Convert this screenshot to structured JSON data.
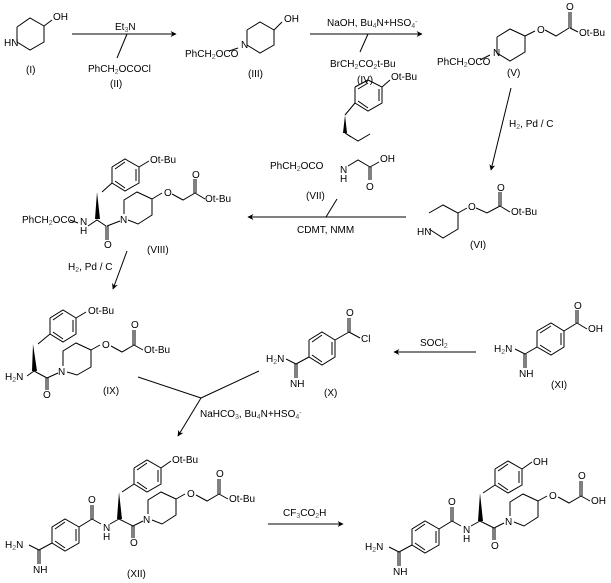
{
  "scheme": {
    "compounds": {
      "I": {
        "label": "(I)",
        "atoms": {
          "oh": "OH",
          "hn": "HN"
        }
      },
      "II": {
        "label": "(II)",
        "formula_a": "PhCH",
        "formula_sub": "2",
        "formula_b": "OCOCl"
      },
      "III": {
        "label": "(III)",
        "atoms": {
          "oh": "OH",
          "n": "N",
          "cbz_a": "PhCH",
          "cbz_sub": "2",
          "cbz_b": "OCO"
        }
      },
      "IV": {
        "label": "(IV)",
        "formula_a": "BrCH",
        "formula_sub": "2",
        "formula_b": "CO",
        "formula_sub2": "2",
        "formula_c": "t-Bu"
      },
      "V": {
        "label": "(V)",
        "atoms": {
          "n": "N",
          "o": "O",
          "co": "O",
          "otbu": "Ot-Bu",
          "cbz_a": "PhCH",
          "cbz_sub": "2",
          "cbz_b": "OCO"
        }
      },
      "VI": {
        "label": "(VI)",
        "atoms": {
          "hn": "HN",
          "o": "O",
          "co": "O",
          "otbu": "Ot-Bu"
        }
      },
      "VII": {
        "label": "(VII)",
        "atoms": {
          "otbu": "Ot-Bu",
          "nh_n": "N",
          "nh_h": "H",
          "oh": "OH",
          "co": "O",
          "cbz_a": "PhCH",
          "cbz_sub": "2",
          "cbz_b": "OCO"
        }
      },
      "VIII": {
        "label": "(VIII)",
        "atoms": {
          "otbu": "Ot-Bu",
          "o": "O",
          "co": "O",
          "otbu2": "Ot-Bu",
          "n": "N",
          "nh_n": "N",
          "nh_h": "H",
          "amide_o": "O",
          "cbz_a": "PhCH",
          "cbz_sub": "2",
          "cbz_b": "OCO"
        }
      },
      "IX": {
        "label": "(IX)",
        "atoms": {
          "otbu": "Ot-Bu",
          "o": "O",
          "co": "O",
          "otbu2": "Ot-Bu",
          "n": "N",
          "h2n_a": "H",
          "h2n_sub": "2",
          "h2n_b": "N",
          "amide_o": "O"
        }
      },
      "X": {
        "label": "(X)",
        "atoms": {
          "co": "O",
          "cl": "Cl",
          "h2n_a": "H",
          "h2n_sub": "2",
          "h2n_b": "N",
          "nh": "NH"
        }
      },
      "XI": {
        "label": "(XI)",
        "atoms": {
          "co": "O",
          "oh": "OH",
          "h2n_a": "H",
          "h2n_sub": "2",
          "h2n_b": "N",
          "nh": "NH"
        }
      },
      "XII": {
        "label": "(XII)",
        "atoms": {
          "otbu": "Ot-Bu",
          "o": "O",
          "co": "O",
          "otbu2": "Ot-Bu",
          "n": "N",
          "nh_n": "N",
          "nh_h": "H",
          "amide_o": "O",
          "benz_o": "O",
          "h2n_a": "H",
          "h2n_sub": "2",
          "h2n_b": "N",
          "nh": "NH"
        }
      },
      "final": {
        "label": "",
        "atoms": {
          "oh": "OH",
          "o": "O",
          "co": "O",
          "cooh": "OH",
          "n": "N",
          "nh_n": "N",
          "nh_h": "H",
          "amide_o": "O",
          "benz_o": "O",
          "h2n_a": "H",
          "h2n_sub": "2",
          "h2n_b": "N",
          "nh": "NH"
        }
      }
    },
    "reagents": {
      "step1": {
        "a": "Et",
        "sub": "3",
        "b": "N"
      },
      "step2": {
        "a": "NaOH, Bu",
        "sub": "4",
        "b": "N+HSO",
        "sub2": "4",
        "c": "-"
      },
      "step3": {
        "a": "H",
        "sub": "2",
        "b": ", Pd / C"
      },
      "step4": {
        "text": "CDMT, NMM"
      },
      "step5": {
        "a": "H",
        "sub": "2",
        "b": ", Pd / C"
      },
      "step6": {
        "a": "SOCl",
        "sub": "2"
      },
      "step7": {
        "a": "NaHCO",
        "sub": "3",
        "b": ", Bu",
        "sub2": "4",
        "c": "N+HSO",
        "sub3": "4",
        "d": "-"
      },
      "step8": {
        "a": "CF",
        "sub": "3",
        "b": "CO",
        "sub2": "2",
        "c": "H"
      }
    }
  }
}
